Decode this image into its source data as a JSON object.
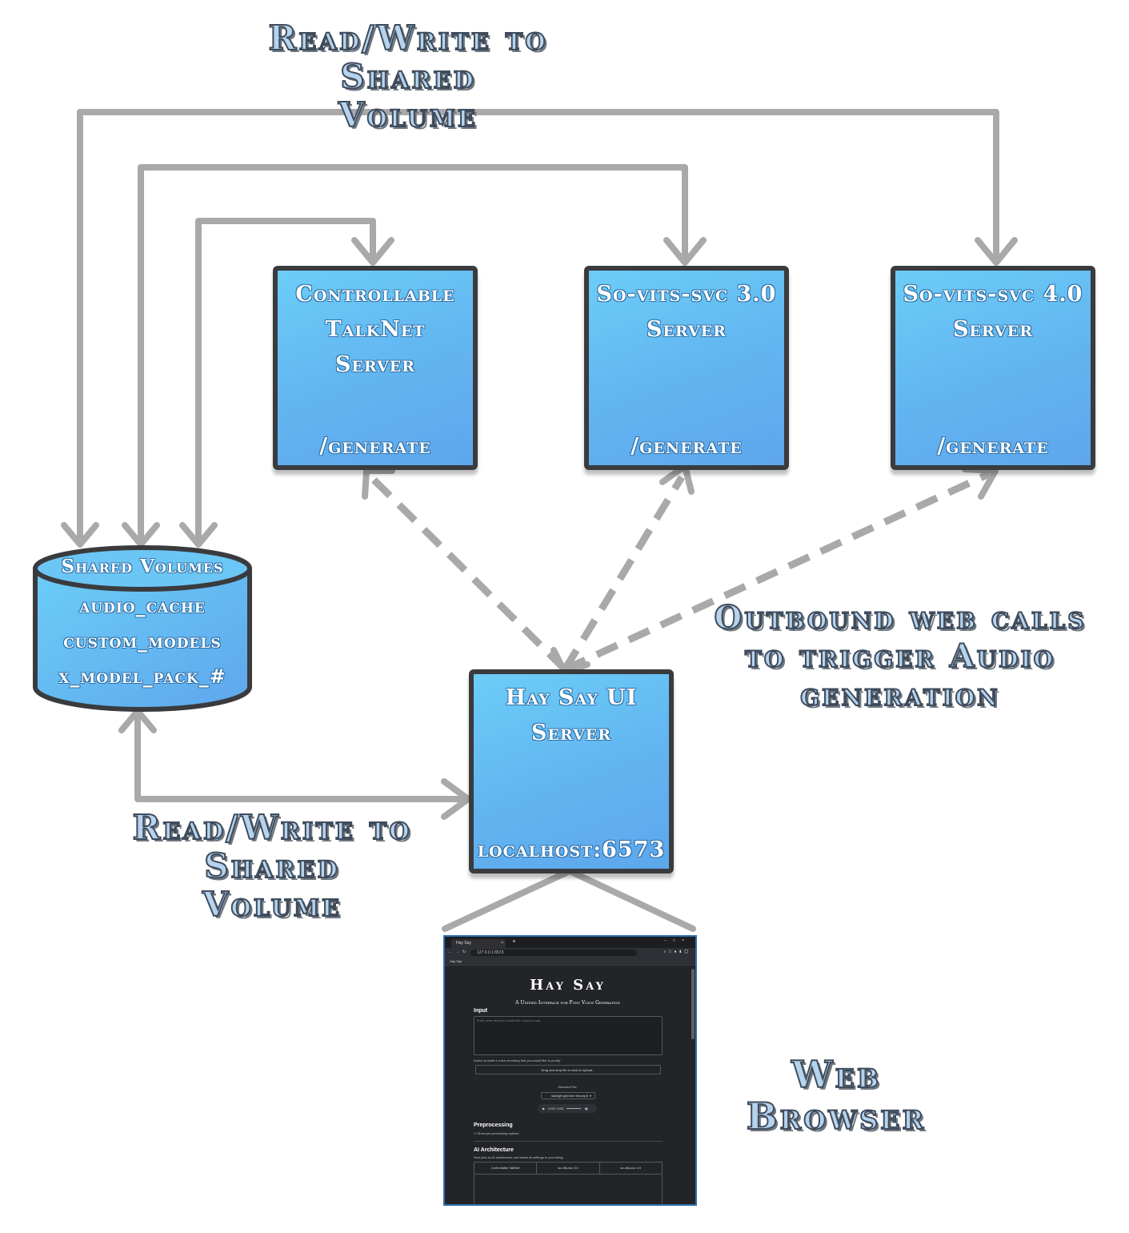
{
  "captions": {
    "top_rw": "Read/Write to\nShared Volume",
    "bottom_rw": "Read/Write to\nShared Volume",
    "outbound": "Outbound web calls\nto trigger Audio\ngeneration",
    "web_browser": "Web Browser"
  },
  "servers": [
    {
      "id": "talknet",
      "title": "Controllable\nTalkNet\nServer",
      "endpoint": "/generate"
    },
    {
      "id": "sovits3",
      "title": "So-vits-svc 3.0\nServer",
      "endpoint": "/generate"
    },
    {
      "id": "sovits4",
      "title": "So-vits-svc 4.0\nServer",
      "endpoint": "/generate"
    },
    {
      "id": "haysay",
      "title": "Hay Say UI\nServer",
      "endpoint": "localhost:6573"
    }
  ],
  "volumes": {
    "title": "Shared Volumes",
    "items": [
      "audio_cache",
      "custom_models",
      "x_model_pack_#"
    ]
  },
  "browser": {
    "tab_title": "Hay Say",
    "url": "127.0.0.1:6573",
    "bookmark": "Hay Say",
    "page_title": "Hay Say",
    "page_subtitle": "A Unified Interface for Pony Voice Generation",
    "input_heading": "Input",
    "input_placeholder": "Enter some text you would like a pony to say.",
    "recording_prompt": "And/or provide a voice recording that you would like to ponify:",
    "upload_label": "Drag and drop file or click to Upload...",
    "selected_file_label": "Selected File:",
    "selected_file": "starlight glimmer test.mp3",
    "audio_time": "0:00 / 0:03",
    "preprocessing_heading": "Preprocessing",
    "preprocessing_option": "Show pre-processing options",
    "arch_heading": "AI Architecture",
    "arch_prompt": "Now pick an AI architecture and tweak its settings to your liking:",
    "arch_tabs": [
      "Controllable TalkNet",
      "so-vits-svc 3.0",
      "so-vits-svc 4.0"
    ]
  }
}
